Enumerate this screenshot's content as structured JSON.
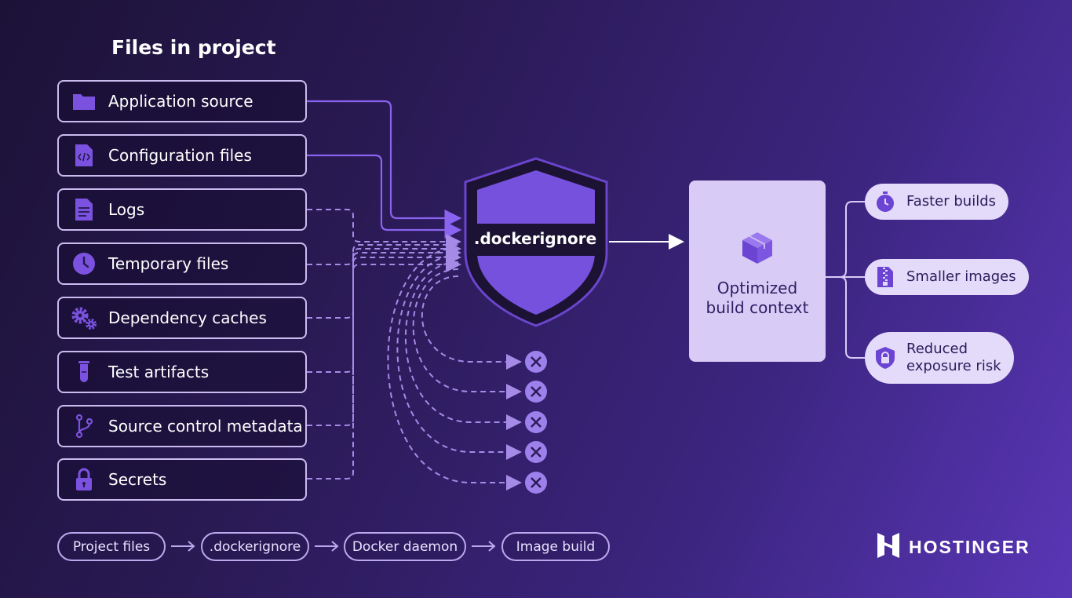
{
  "heading": "Files in project",
  "files": [
    {
      "label": "Application source",
      "icon": "folder-icon",
      "status": "included"
    },
    {
      "label": "Configuration files",
      "icon": "code-file-icon",
      "status": "included"
    },
    {
      "label": "Logs",
      "icon": "document-icon",
      "status": "excluded"
    },
    {
      "label": "Temporary files",
      "icon": "clock-icon",
      "status": "excluded"
    },
    {
      "label": "Dependency caches",
      "icon": "gears-icon",
      "status": "excluded"
    },
    {
      "label": "Test artifacts",
      "icon": "test-tube-icon",
      "status": "excluded"
    },
    {
      "label": "Source control metadata",
      "icon": "branch-icon",
      "status": "excluded"
    },
    {
      "label": "Secrets",
      "icon": "lock-icon",
      "status": "excluded"
    }
  ],
  "filter": {
    "label": ".dockerignore",
    "icon": "shield-icon"
  },
  "output": {
    "label": "Optimized\nbuild context",
    "icon": "cube-icon"
  },
  "benefits": [
    {
      "label": "Faster builds",
      "icon": "stopwatch-icon"
    },
    {
      "label": "Smaller images",
      "icon": "zipper-file-icon"
    },
    {
      "label": "Reduced\nexposure risk",
      "icon": "shield-lock-icon"
    }
  ],
  "pipeline": [
    "Project files",
    ".dockerignore",
    "Docker daemon",
    "Image build"
  ],
  "brand": {
    "name": "HOSTINGER",
    "logo": "hostinger-h-logo"
  },
  "colors": {
    "accent": "#7b52e0",
    "included_line": "#8a63f0",
    "excluded_line": "#a58ae6",
    "panel": "#d8ccf6"
  }
}
